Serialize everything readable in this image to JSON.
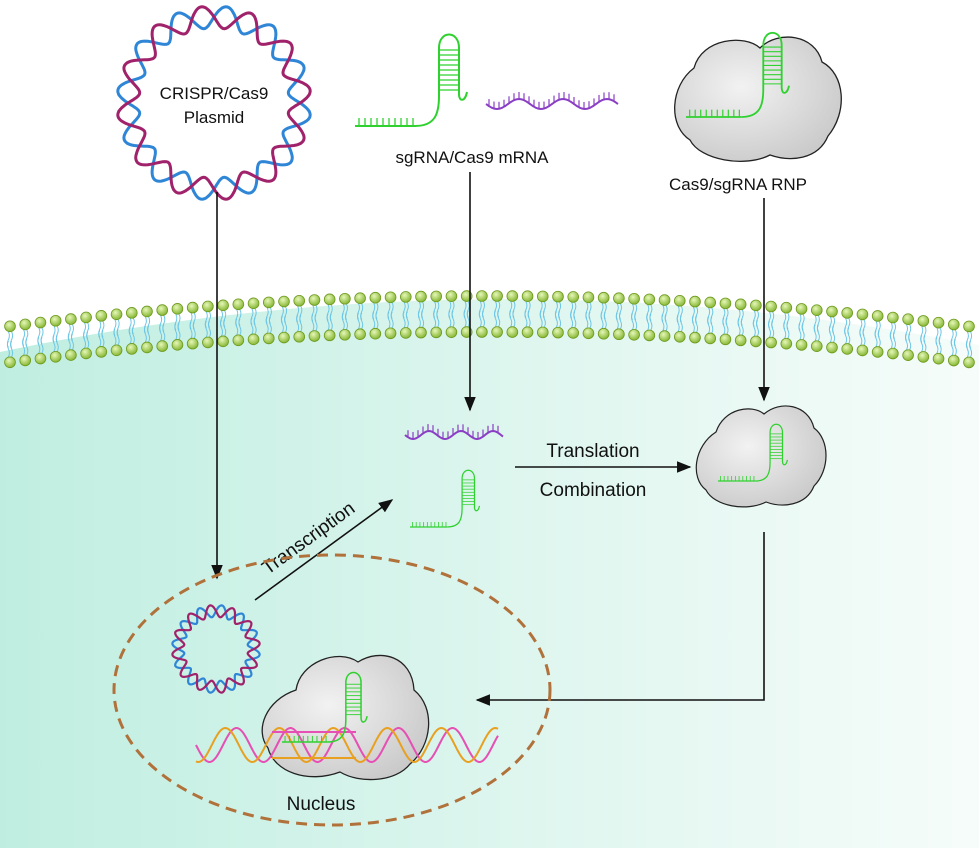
{
  "labels": {
    "plasmid_line1": "CRISPR/Cas9",
    "plasmid_line2": "Plasmid",
    "mrna": "sgRNA/Cas9 mRNA",
    "rnp": "Cas9/sgRNA RNP",
    "translation": "Translation",
    "combination": "Combination",
    "transcription": "Transcription",
    "nucleus": "Nucleus"
  },
  "colors": {
    "plasmid_strand_a": "#2f86d6",
    "plasmid_strand_b": "#a0226b",
    "sgrna": "#2fd12f",
    "mrna": "#8a3fc4",
    "cell_fill": "#ccf0e6",
    "lipid_head": "#9ccc3c",
    "lipid_tail": "#6cc6e6",
    "nucleus_border": "#b0713a",
    "dna_a": "#e64fb3",
    "dna_b": "#e8a020",
    "protein_fill": "#d9d9d9",
    "arrow": "#111111"
  }
}
